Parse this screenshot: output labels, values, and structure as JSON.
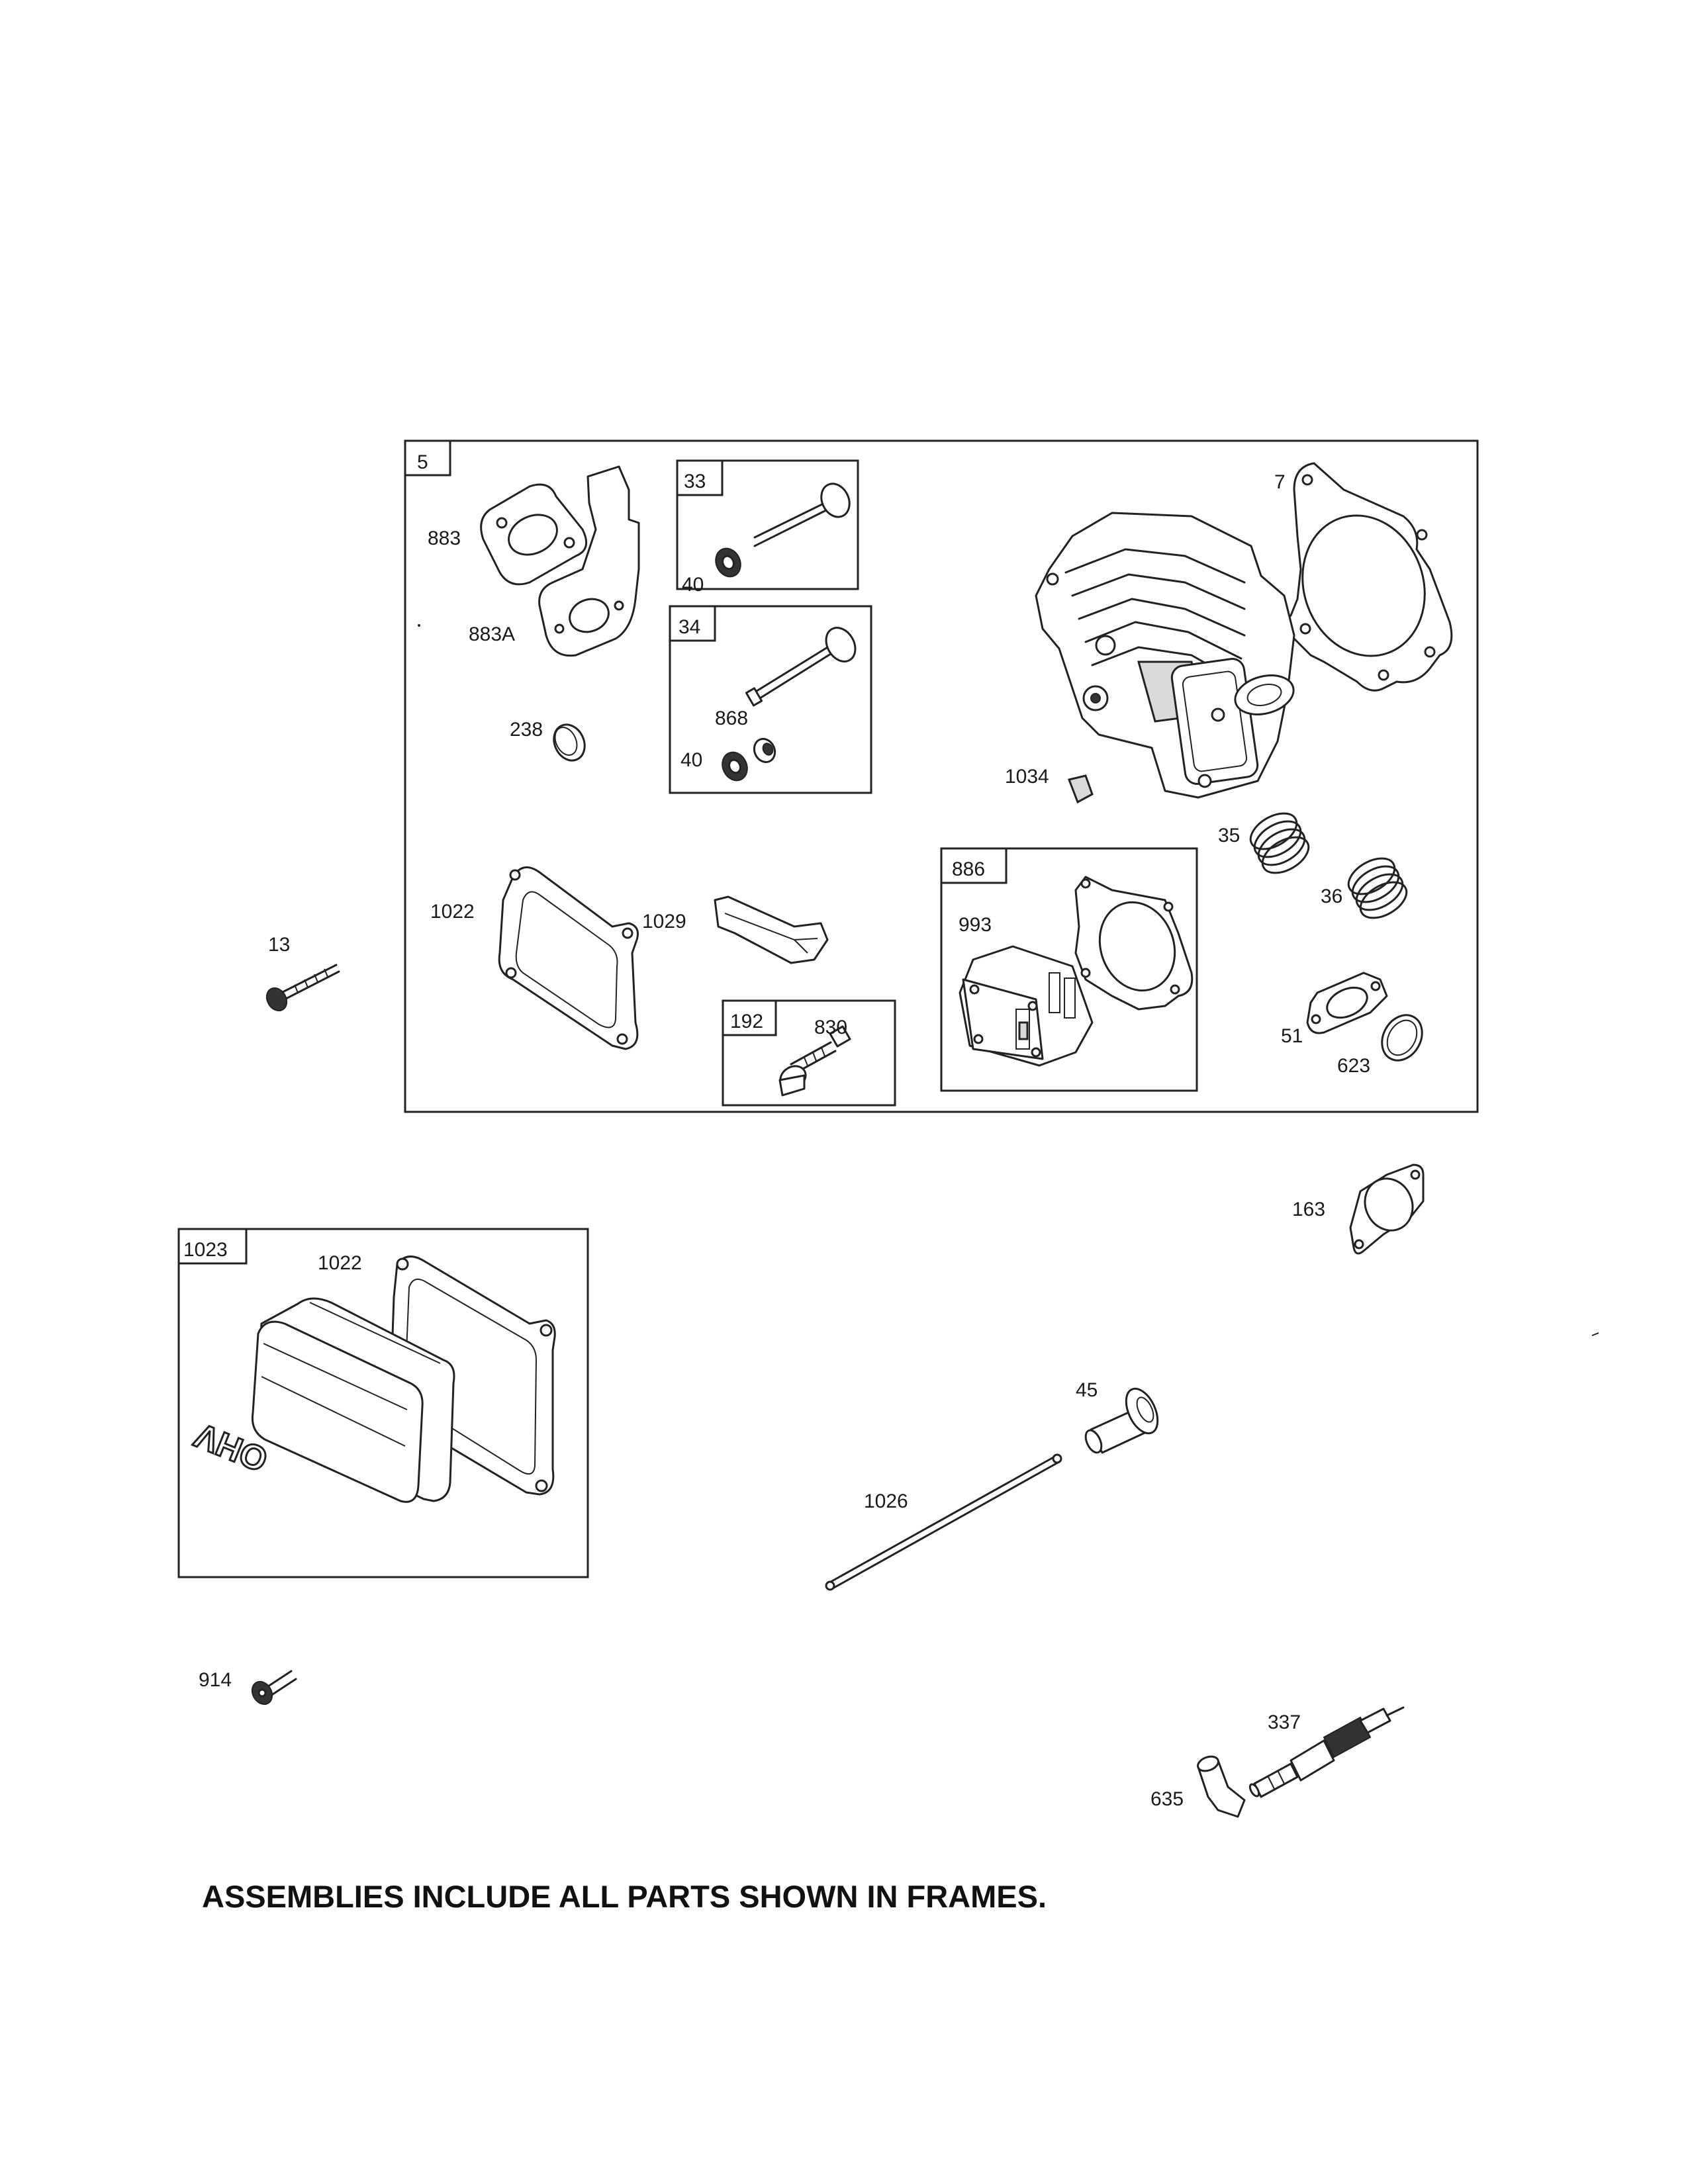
{
  "frames": {
    "f5": "5",
    "f33": "33",
    "f34": "34",
    "f886": "886",
    "f192": "192",
    "f1023": "1023"
  },
  "parts": {
    "p883": "883",
    "p883A": "883A",
    "p238": "238",
    "p40a": "40",
    "p40b": "40",
    "p868": "868",
    "p7": "7",
    "p1034": "1034",
    "p35": "35",
    "p36": "36",
    "p1022a": "1022",
    "p1029": "1029",
    "p830": "830",
    "p993": "993",
    "p51": "51",
    "p623": "623",
    "p13": "13",
    "p163": "163",
    "p1022b": "1022",
    "p45": "45",
    "p1026": "1026",
    "p914": "914",
    "p337": "337",
    "p635": "635"
  },
  "cover_text": "OHV",
  "footer_note": "ASSEMBLIES INCLUDE ALL PARTS SHOWN IN FRAMES."
}
